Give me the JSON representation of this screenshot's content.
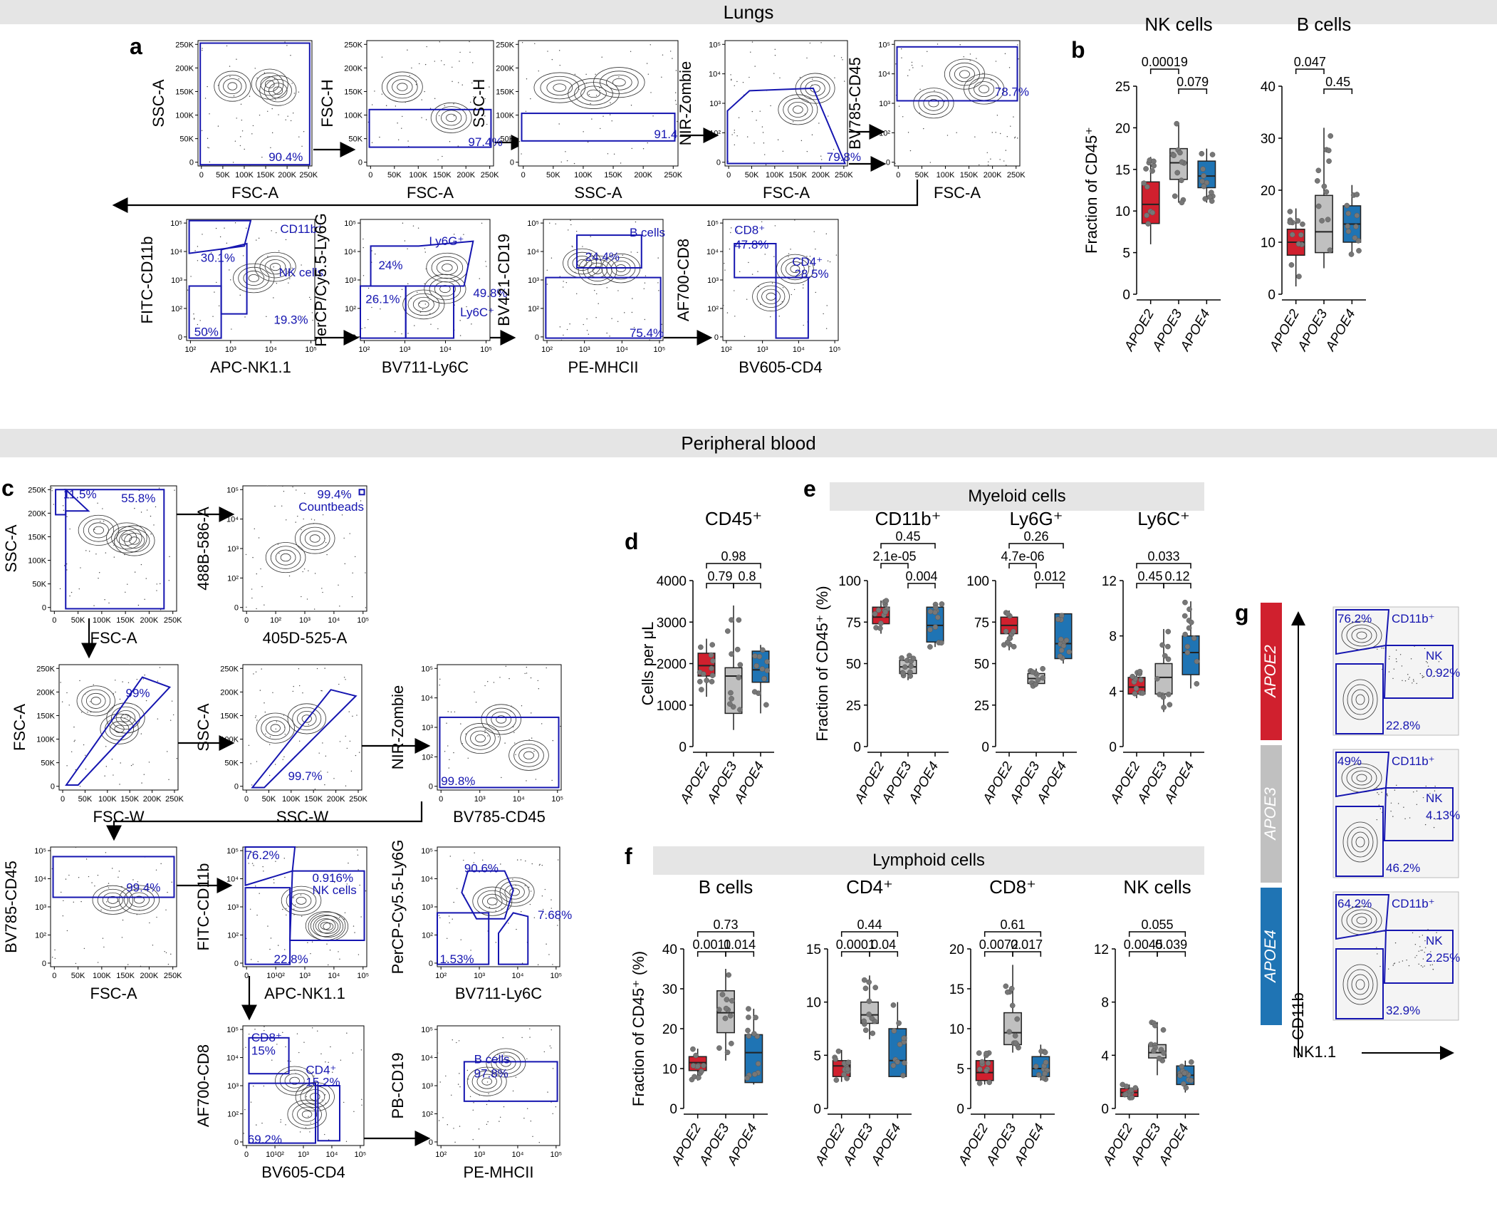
{
  "sections": {
    "lungs": "Lungs",
    "blood": "Peripheral blood",
    "myeloid": "Myeloid cells",
    "lymphoid": "Lymphoid cells"
  },
  "panel_labels": [
    "a",
    "b",
    "c",
    "d",
    "e",
    "f",
    "g"
  ],
  "groups": [
    "APOE2",
    "APOE3",
    "APOE4"
  ],
  "colors": {
    "APOE2": "#d0202e",
    "APOE3": "#c0c0c0",
    "APOE4": "#1f74b4",
    "gate": "#1515b0",
    "band": "#e5e5e5"
  },
  "tick_labels": {
    "k250": [
      "0",
      "50K",
      "100K",
      "150K",
      "200K",
      "250K"
    ],
    "log5": [
      "0",
      "10²",
      "10³",
      "10⁴",
      "10⁵"
    ],
    "log5n": [
      "10²",
      "10³",
      "10⁴",
      "10⁵"
    ],
    "log5c": [
      "0",
      "10³",
      "10⁴",
      "10⁵"
    ],
    "log5d": [
      "0",
      "10¹0²",
      "10³",
      "10⁴",
      "10⁵"
    ]
  },
  "flow_panels": [
    {
      "id": "a1",
      "x": "FSC-A",
      "y": "SSC-A",
      "gates": [
        "90.4%"
      ]
    },
    {
      "id": "a2",
      "x": "FSC-A",
      "y": "FSC-H",
      "gates": [
        "97.4%"
      ]
    },
    {
      "id": "a3",
      "x": "SSC-A",
      "y": "SSC-H",
      "gates": [
        "91.4"
      ]
    },
    {
      "id": "a4",
      "x": "FSC-A",
      "y": "NIR-Zombie",
      "gates": [
        "79.8%"
      ]
    },
    {
      "id": "a5",
      "x": "FSC-A",
      "y": "BV785-CD45",
      "gates": [
        "78.7%"
      ]
    },
    {
      "id": "a6",
      "x": "APC-NK1.1",
      "y": "FITC-CD11b",
      "gates": [
        "CD11b⁺",
        "30.1%",
        "NK cells",
        "19.3%",
        "50%"
      ]
    },
    {
      "id": "a7",
      "x": "BV711-Ly6C",
      "y": "PerCP/Cy5.5-Ly6G",
      "gates": [
        "Ly6G⁺",
        "24%",
        "49.8%",
        "26.1%",
        "Ly6C⁺"
      ]
    },
    {
      "id": "a8",
      "x": "PE-MHCII",
      "y": "BV421-CD19",
      "gates": [
        "B cells",
        "24.4%",
        "75.4%"
      ]
    },
    {
      "id": "a9",
      "x": "BV605-CD4",
      "y": "AF700-CD8",
      "gates": [
        "CD8⁺",
        "47.8%",
        "CD4⁺",
        "28.5%"
      ]
    },
    {
      "id": "c1",
      "x": "FSC-A",
      "y": "SSC-A",
      "gates": [
        "11.5%",
        "55.8%"
      ]
    },
    {
      "id": "c2",
      "x": "405D-525-A",
      "y": "488B-586-A",
      "gates": [
        "99.4%",
        "Countbeads"
      ]
    },
    {
      "id": "c3",
      "x": "FSC-W",
      "y": "FSC-A",
      "gates": [
        "99%"
      ]
    },
    {
      "id": "c4",
      "x": "SSC-W",
      "y": "SSC-A",
      "gates": [
        "99.7%"
      ]
    },
    {
      "id": "c5",
      "x": "BV785-CD45",
      "y": "NIR-Zombie",
      "gates": [
        "99.8%"
      ]
    },
    {
      "id": "c6",
      "x": "FSC-A",
      "y": "BV785-CD45",
      "gates": [
        "99.4%"
      ]
    },
    {
      "id": "c7",
      "x": "APC-NK1.1",
      "y": "FITC-CD11b",
      "gates": [
        "76.2%",
        "0.916%",
        "NK cells",
        "22.8%"
      ]
    },
    {
      "id": "c8",
      "x": "BV711-Ly6C",
      "y": "PerCP-Cy5.5-Ly6G",
      "gates": [
        "90.6%",
        "1.53%",
        "7.68%"
      ]
    },
    {
      "id": "c9",
      "x": "BV605-CD4",
      "y": "AF700-CD8",
      "gates": [
        "CD8⁺",
        "15%",
        "CD4⁺",
        "15.2%",
        "69.2%"
      ]
    },
    {
      "id": "c10",
      "x": "PE-MHCII",
      "y": "PB-CD19",
      "gates": [
        "B cells",
        "97.8%"
      ]
    }
  ],
  "g_panel": {
    "x": "NK1.1",
    "y": "CD11b",
    "rows": [
      {
        "group": "APOE2",
        "cd11b": "76.2%",
        "nk": "0.92%",
        "neg": "22.8%"
      },
      {
        "group": "APOE3",
        "cd11b": "49%",
        "nk": "4.13%",
        "neg": "46.2%"
      },
      {
        "group": "APOE4",
        "cd11b": "64.2%",
        "nk": "2.25%",
        "neg": "32.9%"
      }
    ],
    "labels": {
      "cd11b": "CD11b⁺",
      "nk": "NK"
    }
  },
  "chart_data": [
    {
      "id": "b1",
      "type": "box",
      "title": "NK cells",
      "ylabel": "Fraction of  CD45⁺",
      "ylim": [
        0,
        25
      ],
      "yticks": [
        0,
        5,
        10,
        15,
        20,
        25
      ],
      "boxes": [
        {
          "group": "APOE2",
          "min": 6,
          "q1": 8.5,
          "median": 10.8,
          "q3": 13.5,
          "max": 16.5
        },
        {
          "group": "APOE3",
          "min": 11,
          "q1": 13.8,
          "median": 15.8,
          "q3": 17.5,
          "max": 20.5
        },
        {
          "group": "APOE4",
          "min": 11,
          "q1": 12.8,
          "median": 14.2,
          "q3": 16,
          "max": 17.5
        }
      ],
      "pvalues": [
        {
          "text": "0.00019",
          "a": 0,
          "b": 1,
          "level": 2
        },
        {
          "text": "0.079",
          "a": 1,
          "b": 2,
          "level": 1
        }
      ]
    },
    {
      "id": "b2",
      "type": "box",
      "title": "B cells",
      "ylabel": "",
      "ylim": [
        0,
        40
      ],
      "yticks": [
        0,
        10,
        20,
        30,
        40
      ],
      "boxes": [
        {
          "group": "APOE2",
          "min": 1.5,
          "q1": 7.5,
          "median": 10,
          "q3": 12.5,
          "max": 16.5
        },
        {
          "group": "APOE3",
          "min": 5,
          "q1": 8,
          "median": 12,
          "q3": 19,
          "max": 32
        },
        {
          "group": "APOE4",
          "min": 7.5,
          "q1": 10,
          "median": 13.5,
          "q3": 17,
          "max": 21
        }
      ],
      "pvalues": [
        {
          "text": "0.047",
          "a": 0,
          "b": 1,
          "level": 2
        },
        {
          "text": "0.45",
          "a": 1,
          "b": 2,
          "level": 1
        }
      ]
    },
    {
      "id": "d1",
      "type": "box",
      "title": "CD45⁺",
      "ylabel": "Cells per μL",
      "ylim": [
        0,
        4000
      ],
      "yticks": [
        0,
        1000,
        2000,
        3000,
        4000
      ],
      "boxes": [
        {
          "group": "APOE2",
          "min": 1200,
          "q1": 1700,
          "median": 1950,
          "q3": 2250,
          "max": 2600
        },
        {
          "group": "APOE3",
          "min": 400,
          "q1": 800,
          "median": 1700,
          "q3": 1900,
          "max": 3400
        },
        {
          "group": "APOE4",
          "min": 800,
          "q1": 1550,
          "median": 1850,
          "q3": 2300,
          "max": 2450
        }
      ],
      "pvalues": [
        {
          "text": "0.98",
          "a": 0,
          "b": 2,
          "level": 2
        },
        {
          "text": "0.79",
          "a": 0,
          "b": 1,
          "level": 1
        },
        {
          "text": "0.8",
          "a": 1,
          "b": 2,
          "level": 1
        }
      ]
    },
    {
      "id": "e1",
      "type": "box",
      "title": "CD11b⁺",
      "ylabel": "Fraction of CD45⁺ (%)",
      "ylim": [
        0,
        100
      ],
      "yticks": [
        0,
        25,
        50,
        75,
        100
      ],
      "boxes": [
        {
          "group": "APOE2",
          "min": 68,
          "q1": 74,
          "median": 78,
          "q3": 84,
          "max": 88
        },
        {
          "group": "APOE3",
          "min": 40,
          "q1": 44,
          "median": 48,
          "q3": 52,
          "max": 55
        },
        {
          "group": "APOE4",
          "min": 60,
          "q1": 63,
          "median": 73,
          "q3": 84,
          "max": 87
        }
      ],
      "pvalues": [
        {
          "text": "0.45",
          "a": 0,
          "b": 2,
          "level": 3
        },
        {
          "text": "2.1e-05",
          "a": 0,
          "b": 1,
          "level": 2
        },
        {
          "text": "0.004",
          "a": 1,
          "b": 2,
          "level": 1
        }
      ]
    },
    {
      "id": "e2",
      "type": "box",
      "title": "Ly6G⁺",
      "ylabel": "",
      "ylim": [
        0,
        100
      ],
      "yticks": [
        0,
        25,
        50,
        75,
        100
      ],
      "boxes": [
        {
          "group": "APOE2",
          "min": 58,
          "q1": 68,
          "median": 73,
          "q3": 78,
          "max": 82
        },
        {
          "group": "APOE3",
          "min": 36,
          "q1": 38,
          "median": 41,
          "q3": 44,
          "max": 47
        },
        {
          "group": "APOE4",
          "min": 50,
          "q1": 53,
          "median": 62,
          "q3": 80,
          "max": 80
        }
      ],
      "pvalues": [
        {
          "text": "0.26",
          "a": 0,
          "b": 2,
          "level": 3
        },
        {
          "text": "4.7e-06",
          "a": 0,
          "b": 1,
          "level": 2
        },
        {
          "text": "0.012",
          "a": 1,
          "b": 2,
          "level": 1
        }
      ]
    },
    {
      "id": "e3",
      "type": "box",
      "title": "Ly6C⁺",
      "ylabel": "",
      "ylim": [
        0,
        12
      ],
      "yticks": [
        0,
        4,
        8,
        12
      ],
      "boxes": [
        {
          "group": "APOE2",
          "min": 3.5,
          "q1": 3.8,
          "median": 4.3,
          "q3": 5,
          "max": 5.5
        },
        {
          "group": "APOE3",
          "min": 2.5,
          "q1": 3.8,
          "median": 5,
          "q3": 6,
          "max": 8.5
        },
        {
          "group": "APOE4",
          "min": 4.2,
          "q1": 5.2,
          "median": 6.8,
          "q3": 8,
          "max": 10.5
        }
      ],
      "pvalues": [
        {
          "text": "0.033",
          "a": 0,
          "b": 2,
          "level": 2
        },
        {
          "text": "0.45",
          "a": 0,
          "b": 1,
          "level": 1
        },
        {
          "text": "0.12",
          "a": 1,
          "b": 2,
          "level": 1
        }
      ]
    },
    {
      "id": "f1",
      "type": "box",
      "title": "B cells",
      "ylabel": "Fraction of CD45⁺ (%)",
      "ylim": [
        0,
        40
      ],
      "yticks": [
        0,
        10,
        20,
        30,
        40
      ],
      "boxes": [
        {
          "group": "APOE2",
          "min": 7,
          "q1": 9.5,
          "median": 11.5,
          "q3": 13,
          "max": 15
        },
        {
          "group": "APOE3",
          "min": 12,
          "q1": 19,
          "median": 24,
          "q3": 29.5,
          "max": 35
        },
        {
          "group": "APOE4",
          "min": 6,
          "q1": 6.5,
          "median": 14,
          "q3": 18.5,
          "max": 25
        }
      ],
      "pvalues": [
        {
          "text": "0.73",
          "a": 0,
          "b": 2,
          "level": 2
        },
        {
          "text": "0.0011",
          "a": 0,
          "b": 1,
          "level": 1
        },
        {
          "text": "0.014",
          "a": 1,
          "b": 2,
          "level": 1
        }
      ]
    },
    {
      "id": "f2",
      "type": "box",
      "title": "CD4⁺",
      "ylabel": "",
      "ylim": [
        0,
        15
      ],
      "yticks": [
        0,
        5,
        10,
        15
      ],
      "boxes": [
        {
          "group": "APOE2",
          "min": 2.5,
          "q1": 3,
          "median": 4,
          "q3": 4.5,
          "max": 5.5
        },
        {
          "group": "APOE3",
          "min": 6.5,
          "q1": 8,
          "median": 8.8,
          "q3": 10,
          "max": 12.5
        },
        {
          "group": "APOE4",
          "min": 3,
          "q1": 3,
          "median": 4.5,
          "q3": 7.5,
          "max": 10
        }
      ],
      "pvalues": [
        {
          "text": "0.44",
          "a": 0,
          "b": 2,
          "level": 2
        },
        {
          "text": "0.0001",
          "a": 0,
          "b": 1,
          "level": 1
        },
        {
          "text": "0.04",
          "a": 1,
          "b": 2,
          "level": 1
        }
      ]
    },
    {
      "id": "f3",
      "type": "box",
      "title": "CD8⁺",
      "ylabel": "",
      "ylim": [
        0,
        20
      ],
      "yticks": [
        0,
        5,
        10,
        15,
        20
      ],
      "boxes": [
        {
          "group": "APOE2",
          "min": 3,
          "q1": 3.5,
          "median": 4.5,
          "q3": 6,
          "max": 7
        },
        {
          "group": "APOE3",
          "min": 7,
          "q1": 8,
          "median": 9.5,
          "q3": 12,
          "max": 18
        },
        {
          "group": "APOE4",
          "min": 3.5,
          "q1": 4,
          "median": 5,
          "q3": 6.5,
          "max": 8
        }
      ],
      "pvalues": [
        {
          "text": "0.61",
          "a": 0,
          "b": 2,
          "level": 2
        },
        {
          "text": "0.0072",
          "a": 0,
          "b": 1,
          "level": 1
        },
        {
          "text": "0.017",
          "a": 1,
          "b": 2,
          "level": 1
        }
      ]
    },
    {
      "id": "f4",
      "type": "box",
      "title": "NK cells",
      "ylabel": "",
      "ylim": [
        0,
        12
      ],
      "yticks": [
        0,
        4,
        8,
        12
      ],
      "boxes": [
        {
          "group": "APOE2",
          "min": 0.8,
          "q1": 0.9,
          "median": 1.2,
          "q3": 1.5,
          "max": 1.8
        },
        {
          "group": "APOE3",
          "min": 2.5,
          "q1": 3.8,
          "median": 4.2,
          "q3": 4.8,
          "max": 6.5
        },
        {
          "group": "APOE4",
          "min": 1.2,
          "q1": 1.8,
          "median": 2.5,
          "q3": 3.2,
          "max": 3.6
        }
      ],
      "pvalues": [
        {
          "text": "0.055",
          "a": 0,
          "b": 2,
          "level": 2
        },
        {
          "text": "0.0045",
          "a": 0,
          "b": 1,
          "level": 1
        },
        {
          "text": "0.039",
          "a": 1,
          "b": 2,
          "level": 1
        }
      ]
    }
  ]
}
